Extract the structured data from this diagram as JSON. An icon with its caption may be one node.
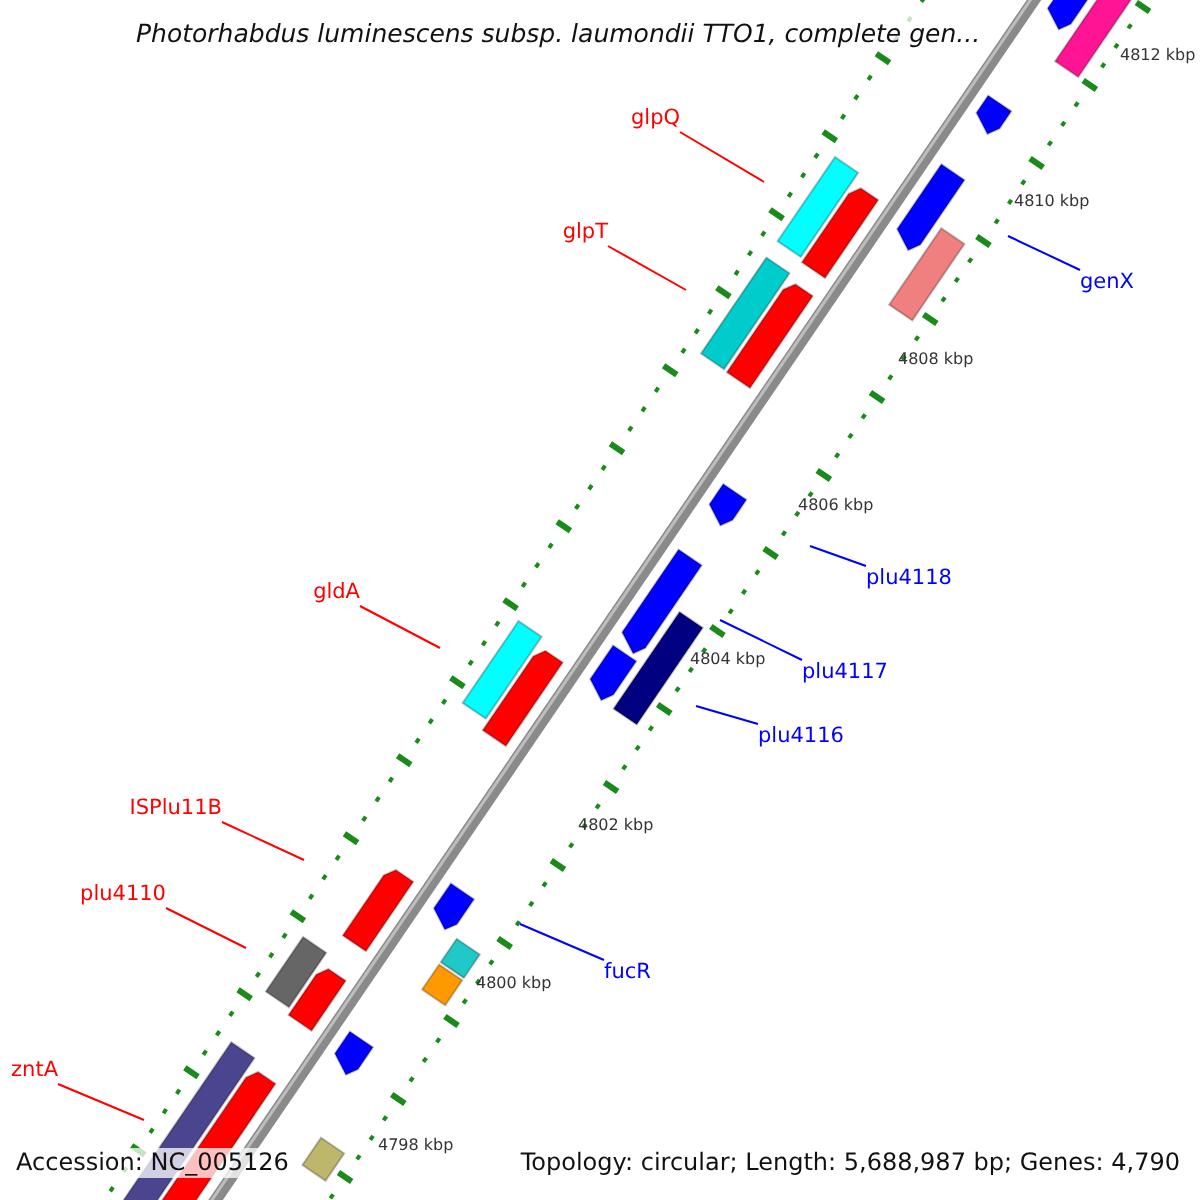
{
  "diagram": {
    "title": "Photorhabdus luminescens subsp. laumondii TTO1, complete gen...",
    "nodes": [
      {
        "text": [
          "glpQ"
        ]
      },
      {
        "text": [
          "glpT"
        ]
      },
      {
        "text": [
          "genX"
        ]
      },
      {
        "text": [
          "plu4118"
        ]
      },
      {
        "text": [
          "gldA"
        ]
      },
      {
        "text": [
          "plu4117"
        ]
      },
      {
        "text": [
          "plu4116"
        ]
      },
      {
        "text": [
          "ISPlu11B"
        ]
      },
      {
        "text": [
          "plu4110"
        ]
      },
      {
        "text": [
          "fucR"
        ]
      },
      {
        "text": [
          "zntA"
        ]
      }
    ],
    "edges": [
      {
        "from": 0,
        "to": null,
        "arrow": "none"
      },
      {
        "from": 1,
        "to": null,
        "arrow": "none"
      },
      {
        "from": 2,
        "to": null,
        "arrow": "none",
        "color": "#0000ff"
      },
      {
        "from": 3,
        "to": null,
        "arrow": "none",
        "color": "#0000ff"
      },
      {
        "from": 4,
        "to": null,
        "arrow": "none"
      },
      {
        "from": 5,
        "to": null,
        "arrow": "none",
        "color": "#0000ff"
      },
      {
        "from": 6,
        "to": null,
        "arrow": "none",
        "color": "#0000ff"
      },
      {
        "from": 7,
        "to": null,
        "arrow": "none"
      },
      {
        "from": 8,
        "to": null,
        "arrow": "none"
      },
      {
        "from": 9,
        "to": null,
        "arrow": "none",
        "color": "#0000ff"
      },
      {
        "from": 10,
        "to": null,
        "arrow": "none"
      }
    ],
    "labels": [
      "4812 kbp",
      "4810 kbp",
      "4808 kbp",
      "4806 kbp",
      "4804 kbp",
      "4802 kbp",
      "4800 kbp",
      "4798 kbp",
      "Accession: NC_005126",
      "Topology: circular; Length: 5,688,987 bp; Genes: 4,790"
    ]
  }
}
